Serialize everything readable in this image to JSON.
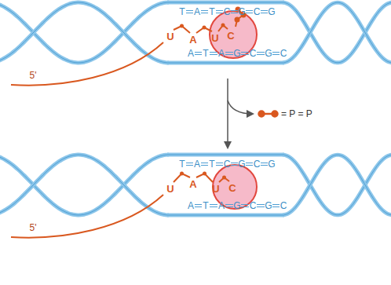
{
  "diagram": {
    "labels": [
      "T",
      "A",
      "T",
      "C",
      "G",
      "C",
      "G",
      "A",
      "T",
      "A",
      "G",
      "C",
      "G",
      "C",
      "U",
      "A",
      "U",
      "C",
      "5'",
      "T",
      "A",
      "T",
      "C",
      "G",
      "C",
      "G",
      "A",
      "T",
      "A",
      "G",
      "C",
      "G",
      "C",
      "U",
      "A",
      "U",
      "C",
      "5'"
    ],
    "legend": [
      {
        "text": "= P = P"
      }
    ]
  }
}
